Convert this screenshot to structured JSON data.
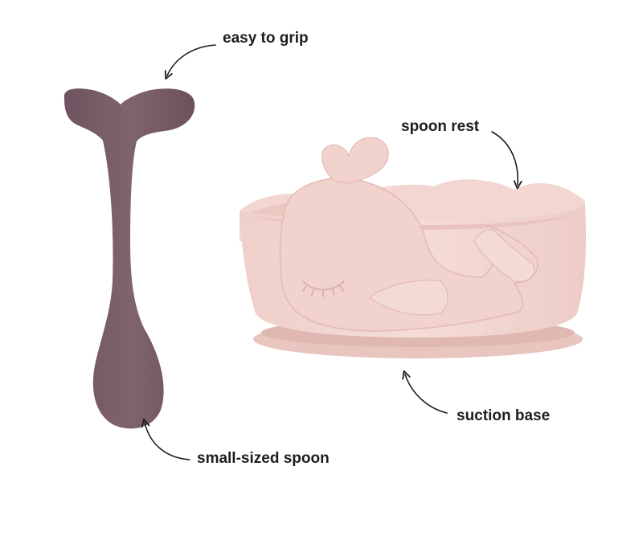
{
  "annotations": {
    "easy_to_grip": "easy to grip",
    "spoon_rest": "spoon rest",
    "suction_base": "suction base",
    "small_sized_spoon": "small-sized spoon"
  },
  "colors": {
    "background": "#ffffff",
    "spoon": "#7a5f68",
    "bowl": "#f2d4cf",
    "bowl_shadow": "#e7c2bc",
    "suction_base": "#e8c5bf",
    "text": "#1e1e1e"
  },
  "icons": {
    "arrows": [
      "curved-arrow-icon"
    ]
  }
}
